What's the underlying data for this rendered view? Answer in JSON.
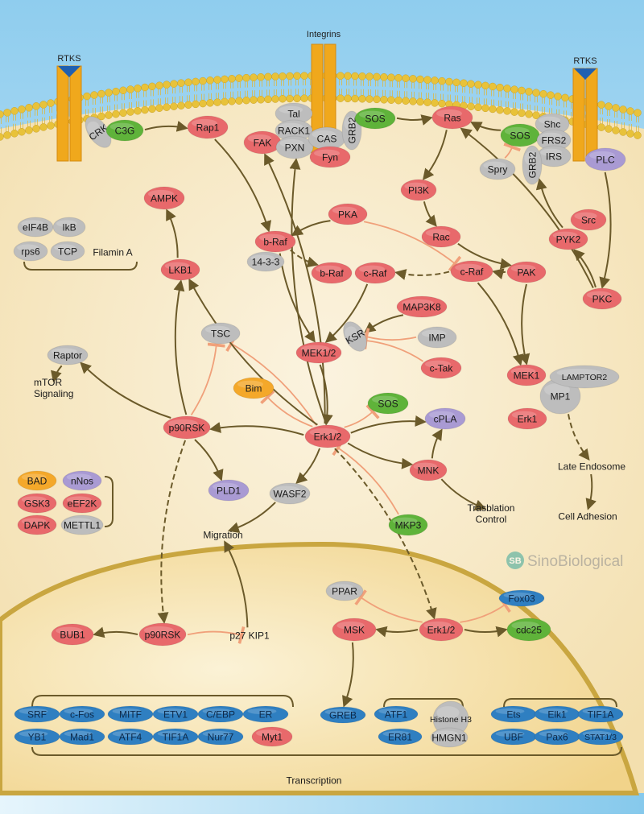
{
  "colors": {
    "red": "#e8696b",
    "gray": "#bdbdbd",
    "green": "#5fb33a",
    "blue": "#2f7fc1",
    "purple": "#a99ad3",
    "orange": "#f4a82a",
    "activation": "#6b5a2a",
    "inhibition": "#f0a07a",
    "membrane": "#e8b830",
    "receptor": "#f0a81c"
  },
  "receptors": [
    {
      "id": "rtks-left",
      "label": "RTKS"
    },
    {
      "id": "integrins",
      "label": "Integrins"
    },
    {
      "id": "rtks-right",
      "label": "RTKS"
    }
  ],
  "nodes": [
    {
      "id": "crk",
      "label": "CRK",
      "type": "gray"
    },
    {
      "id": "c3g",
      "label": "C3G",
      "type": "green"
    },
    {
      "id": "rap1",
      "label": "Rap1",
      "type": "red"
    },
    {
      "id": "tal",
      "label": "Tal",
      "type": "gray"
    },
    {
      "id": "rack1",
      "label": "RACK1",
      "type": "gray"
    },
    {
      "id": "fak",
      "label": "FAK",
      "type": "red"
    },
    {
      "id": "pxn",
      "label": "PXN",
      "type": "gray"
    },
    {
      "id": "cas",
      "label": "CAS",
      "type": "gray"
    },
    {
      "id": "fyn",
      "label": "Fyn",
      "type": "red"
    },
    {
      "id": "grb2a",
      "label": "GRB2",
      "type": "gray"
    },
    {
      "id": "sos1",
      "label": "SOS",
      "type": "green"
    },
    {
      "id": "ras",
      "label": "Ras",
      "type": "red"
    },
    {
      "id": "sos2",
      "label": "SOS",
      "type": "green"
    },
    {
      "id": "shc",
      "label": "Shc",
      "type": "gray"
    },
    {
      "id": "frs2",
      "label": "FRS2",
      "type": "gray"
    },
    {
      "id": "irs",
      "label": "IRS",
      "type": "gray"
    },
    {
      "id": "grb2b",
      "label": "GRB2",
      "type": "gray"
    },
    {
      "id": "spry",
      "label": "Spry",
      "type": "gray"
    },
    {
      "id": "plc",
      "label": "PLC",
      "type": "purple"
    },
    {
      "id": "pi3k",
      "label": "PI3K",
      "type": "red"
    },
    {
      "id": "ampk",
      "label": "AMPK",
      "type": "red"
    },
    {
      "id": "eif4b",
      "label": "eIF4B",
      "type": "gray"
    },
    {
      "id": "ikb",
      "label": "IkB",
      "type": "gray"
    },
    {
      "id": "rps6",
      "label": "rps6",
      "type": "gray"
    },
    {
      "id": "tcp",
      "label": "TCP",
      "type": "gray"
    },
    {
      "id": "filamin",
      "label": "Filamin A",
      "type": "text"
    },
    {
      "id": "pka",
      "label": "PKA",
      "type": "red"
    },
    {
      "id": "braf1",
      "label": "b-Raf",
      "type": "red"
    },
    {
      "id": "p1433",
      "label": "14-3-3",
      "type": "gray"
    },
    {
      "id": "braf2",
      "label": "b-Raf",
      "type": "red"
    },
    {
      "id": "craf1",
      "label": "c-Raf",
      "type": "red"
    },
    {
      "id": "craf2",
      "label": "c-Raf",
      "type": "red"
    },
    {
      "id": "rac",
      "label": "Rac",
      "type": "red"
    },
    {
      "id": "src",
      "label": "Src",
      "type": "red"
    },
    {
      "id": "pyk2",
      "label": "PYK2",
      "type": "red"
    },
    {
      "id": "pak",
      "label": "PAK",
      "type": "red"
    },
    {
      "id": "pkc",
      "label": "PKC",
      "type": "red"
    },
    {
      "id": "lkb1",
      "label": "LKB1",
      "type": "red"
    },
    {
      "id": "map3k8",
      "label": "MAP3K8",
      "type": "red"
    },
    {
      "id": "ksr",
      "label": "KSR",
      "type": "gray"
    },
    {
      "id": "imp",
      "label": "IMP",
      "type": "gray"
    },
    {
      "id": "mek12",
      "label": "MEK1/2",
      "type": "red"
    },
    {
      "id": "ctak",
      "label": "c-Tak",
      "type": "red"
    },
    {
      "id": "tsc",
      "label": "TSC",
      "type": "gray"
    },
    {
      "id": "raptor",
      "label": "Raptor",
      "type": "gray"
    },
    {
      "id": "mtor",
      "label": "mTOR\nSignaling",
      "type": "text"
    },
    {
      "id": "mek1",
      "label": "MEK1",
      "type": "red"
    },
    {
      "id": "mp1",
      "label": "MP1",
      "type": "gray"
    },
    {
      "id": "lamptor2",
      "label": "LAMPTOR2",
      "type": "gray"
    },
    {
      "id": "erk1",
      "label": "Erk1",
      "type": "red"
    },
    {
      "id": "bim",
      "label": "Bim",
      "type": "orange"
    },
    {
      "id": "sos3",
      "label": "SOS",
      "type": "green"
    },
    {
      "id": "cpla",
      "label": "cPLA",
      "type": "purple"
    },
    {
      "id": "p90rsk1",
      "label": "p90RSK",
      "type": "red"
    },
    {
      "id": "erk12a",
      "label": "Erk1/2",
      "type": "red"
    },
    {
      "id": "lateendo",
      "label": "Late Endosome",
      "type": "text"
    },
    {
      "id": "mnk",
      "label": "MNK",
      "type": "red"
    },
    {
      "id": "transl",
      "label": "Trasblation\nControl",
      "type": "text"
    },
    {
      "id": "celladh",
      "label": "Cell Adhesion",
      "type": "text"
    },
    {
      "id": "pld1",
      "label": "PLD1",
      "type": "purple"
    },
    {
      "id": "wasf2",
      "label": "WASF2",
      "type": "gray"
    },
    {
      "id": "bad",
      "label": "BAD",
      "type": "orange"
    },
    {
      "id": "nnos",
      "label": "nNos",
      "type": "purple"
    },
    {
      "id": "gsk3",
      "label": "GSK3",
      "type": "red"
    },
    {
      "id": "eef2k",
      "label": "eEF2K",
      "type": "red"
    },
    {
      "id": "dapk",
      "label": "DAPK",
      "type": "red"
    },
    {
      "id": "mettl1",
      "label": "METTL1",
      "type": "gray"
    },
    {
      "id": "mkp3",
      "label": "MKP3",
      "type": "green"
    },
    {
      "id": "migration",
      "label": "Migration",
      "type": "text"
    },
    {
      "id": "ppar",
      "label": "PPAR",
      "type": "gray"
    },
    {
      "id": "fox03",
      "label": "Fox03",
      "type": "blue"
    },
    {
      "id": "msk",
      "label": "MSK",
      "type": "red"
    },
    {
      "id": "erk12b",
      "label": "Erk1/2",
      "type": "red"
    },
    {
      "id": "cdc25",
      "label": "cdc25",
      "type": "green"
    },
    {
      "id": "bub1",
      "label": "BUB1",
      "type": "red"
    },
    {
      "id": "p90rsk2",
      "label": "p90RSK",
      "type": "red"
    },
    {
      "id": "p27",
      "label": "p27 KIP1",
      "type": "text"
    },
    {
      "id": "srf",
      "label": "SRF",
      "type": "blue"
    },
    {
      "id": "cfos",
      "label": "c-Fos",
      "type": "blue"
    },
    {
      "id": "mitf",
      "label": "MITF",
      "type": "blue"
    },
    {
      "id": "etv1",
      "label": "ETV1",
      "type": "blue"
    },
    {
      "id": "cebp",
      "label": "C/EBP",
      "type": "blue"
    },
    {
      "id": "er",
      "label": "ER",
      "type": "blue"
    },
    {
      "id": "yb1",
      "label": "YB1",
      "type": "blue"
    },
    {
      "id": "mad1",
      "label": "Mad1",
      "type": "blue"
    },
    {
      "id": "atf4",
      "label": "ATF4",
      "type": "blue"
    },
    {
      "id": "tif1a1",
      "label": "TIF1A",
      "type": "blue"
    },
    {
      "id": "nur77",
      "label": "Nur77",
      "type": "blue"
    },
    {
      "id": "myt1",
      "label": "Myt1",
      "type": "red"
    },
    {
      "id": "greb",
      "label": "GREB",
      "type": "blue"
    },
    {
      "id": "atf1",
      "label": "ATF1",
      "type": "blue"
    },
    {
      "id": "histone",
      "label": "Histone H3",
      "type": "gray"
    },
    {
      "id": "er81",
      "label": "ER81",
      "type": "blue"
    },
    {
      "id": "hmgn1",
      "label": "HMGN1",
      "type": "gray"
    },
    {
      "id": "ets",
      "label": "Ets",
      "type": "blue"
    },
    {
      "id": "elk1",
      "label": "Elk1",
      "type": "blue"
    },
    {
      "id": "tif1a2",
      "label": "TIF1A",
      "type": "blue"
    },
    {
      "id": "ubf",
      "label": "UBF",
      "type": "blue"
    },
    {
      "id": "pax6",
      "label": "Pax6",
      "type": "blue"
    },
    {
      "id": "stat13",
      "label": "STAT1/3",
      "type": "blue"
    },
    {
      "id": "transcription",
      "label": "Transcription",
      "type": "text"
    }
  ],
  "edges": [
    {
      "from": "c3g",
      "to": "rap1",
      "type": "activation"
    },
    {
      "from": "sos1",
      "to": "ras",
      "type": "activation"
    },
    {
      "from": "sos2",
      "to": "ras",
      "type": "activation"
    },
    {
      "from": "spry",
      "to": "sos2",
      "type": "inhibition"
    },
    {
      "from": "ras",
      "to": "pi3k",
      "type": "activation"
    },
    {
      "from": "pi3k",
      "to": "rac",
      "type": "activation"
    },
    {
      "from": "rap1",
      "to": "braf1",
      "type": "activation"
    },
    {
      "from": "pka",
      "to": "braf1",
      "type": "activation"
    },
    {
      "from": "pka",
      "to": "craf2",
      "type": "inhibition"
    },
    {
      "from": "braf1",
      "to": "braf2",
      "type": "indirect"
    },
    {
      "from": "craf2",
      "to": "craf1",
      "type": "indirect"
    },
    {
      "from": "rac",
      "to": "pak",
      "type": "activation"
    },
    {
      "from": "pak",
      "to": "craf2",
      "type": "activation"
    },
    {
      "from": "pak",
      "to": "mek1",
      "type": "activation"
    },
    {
      "from": "craf2",
      "to": "mek1",
      "type": "activation"
    },
    {
      "from": "pkc",
      "to": "pyk2",
      "type": "activation"
    },
    {
      "from": "pyk2",
      "to": "grb2b",
      "type": "activation"
    },
    {
      "from": "pkc",
      "to": "ras",
      "type": "activation"
    },
    {
      "from": "plc",
      "to": "pkc",
      "type": "activation"
    },
    {
      "from": "braf1",
      "to": "mek12",
      "type": "activation"
    },
    {
      "from": "craf1",
      "to": "mek12",
      "type": "activation"
    },
    {
      "from": "map3k8",
      "to": "ksr",
      "type": "activation"
    },
    {
      "from": "imp",
      "to": "ksr",
      "type": "inhibition"
    },
    {
      "from": "ctak",
      "to": "ksr",
      "type": "inhibition"
    },
    {
      "from": "mek12",
      "to": "erk12a",
      "type": "activation"
    },
    {
      "from": "erk12a",
      "to": "sos3",
      "type": "inhibition"
    },
    {
      "from": "erk12a",
      "to": "cpla",
      "type": "activation"
    },
    {
      "from": "erk12a",
      "to": "mnk",
      "type": "activation"
    },
    {
      "from": "erk12a",
      "to": "bim",
      "type": "inhibition"
    },
    {
      "from": "erk12a",
      "to": "tsc",
      "type": "inhibition"
    },
    {
      "from": "erk12a",
      "to": "lkb1",
      "type": "activation"
    },
    {
      "from": "erk12a",
      "to": "p90rsk1",
      "type": "activation"
    },
    {
      "from": "erk12a",
      "to": "wasf2",
      "type": "activation"
    },
    {
      "from": "erk12a",
      "to": "fak",
      "type": "activation"
    },
    {
      "from": "erk12a",
      "to": "pxn",
      "type": "activation"
    },
    {
      "from": "mkp3",
      "to": "erk12a",
      "type": "inhibition"
    },
    {
      "from": "mnk",
      "to": "cpla",
      "type": "activation"
    },
    {
      "from": "mnk",
      "to": "transl",
      "type": "activation"
    },
    {
      "from": "wasf2",
      "to": "migration",
      "type": "activation"
    },
    {
      "from": "lkb1",
      "to": "ampk",
      "type": "activation"
    },
    {
      "from": "p90rsk1",
      "to": "lkb1",
      "type": "activation"
    },
    {
      "from": "p90rsk1",
      "to": "tsc",
      "type": "inhibition"
    },
    {
      "from": "p90rsk1",
      "to": "raptor",
      "type": "activation"
    },
    {
      "from": "raptor",
      "to": "mtor",
      "type": "activation"
    },
    {
      "from": "p90rsk1",
      "to": "pld1",
      "type": "activation"
    },
    {
      "from": "p90rsk1",
      "to": "p90rsk2",
      "type": "indirect"
    },
    {
      "from": "erk12a",
      "to": "erk12b",
      "type": "indirect"
    },
    {
      "from": "mp1",
      "to": "lateendo",
      "type": "indirect"
    },
    {
      "from": "lateendo",
      "to": "celladh",
      "type": "activation"
    },
    {
      "from": "p90rsk2",
      "to": "bub1",
      "type": "activation"
    },
    {
      "from": "p90rsk2",
      "to": "p27",
      "type": "inhibition"
    },
    {
      "from": "p27",
      "to": "migration",
      "type": "activation"
    },
    {
      "from": "erk12b",
      "to": "msk",
      "type": "activation"
    },
    {
      "from": "erk12b",
      "to": "cdc25",
      "type": "activation"
    },
    {
      "from": "erk12b",
      "to": "ppar",
      "type": "inhibition"
    },
    {
      "from": "erk12b",
      "to": "fox03",
      "type": "inhibition"
    },
    {
      "from": "msk",
      "to": "greb",
      "type": "activation"
    }
  ],
  "logo": {
    "text": "SinoBiological",
    "mark": "SB"
  }
}
